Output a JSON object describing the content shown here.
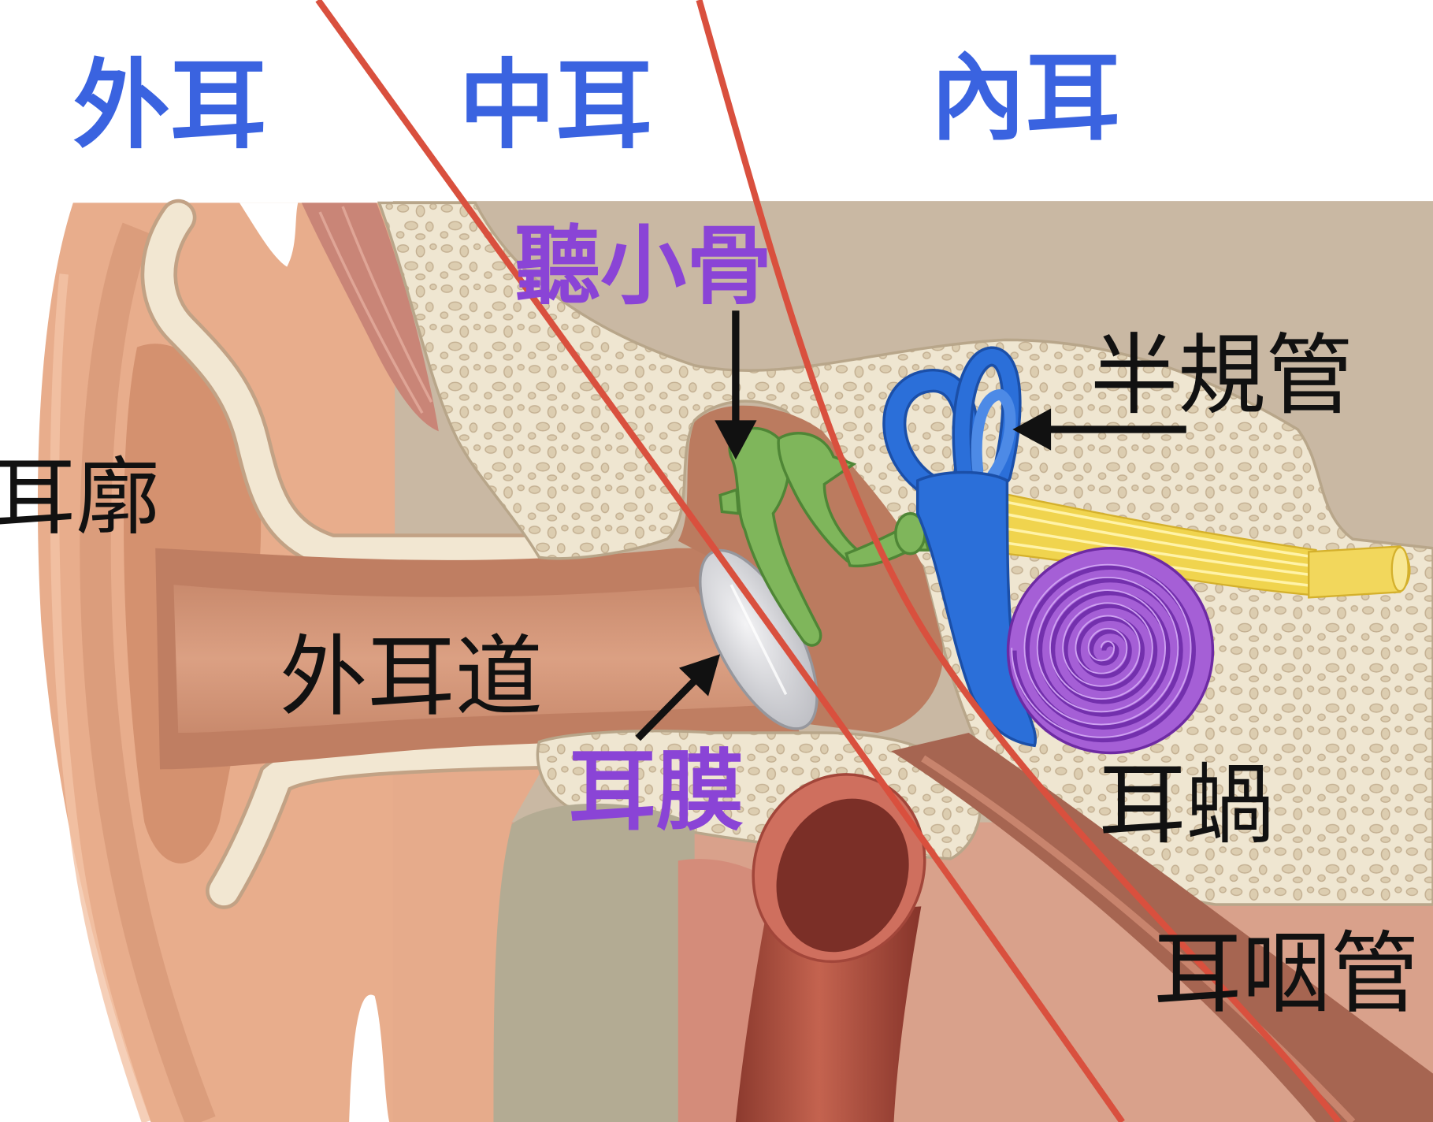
{
  "region_labels": {
    "outer_ear": "外耳",
    "middle_ear": "中耳",
    "inner_ear": "內耳"
  },
  "part_labels": {
    "ossicles": "聽小骨",
    "semicircular_canals": "半規管",
    "auricle": "耳廓",
    "ear_canal": "外耳道",
    "eardrum": "耳膜",
    "cochlea": "耳蝸",
    "eustachian_tube": "耳咽管"
  },
  "colors": {
    "region_label": "#3a63e0",
    "highlight_label": "#8a44d6",
    "plain_label": "#111111",
    "divider_line": "#d9503e",
    "arrow": "#111111",
    "ossicles": "#7fb65b",
    "semicircular_canals": "#2b6fd9",
    "cochlea": "#a55fd6",
    "nerve": "#f0d44e",
    "eardrum": "#d3d4d8"
  }
}
